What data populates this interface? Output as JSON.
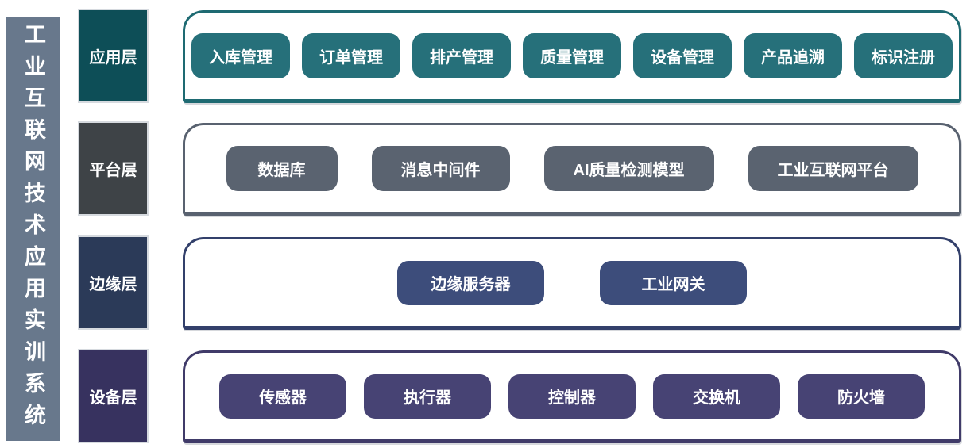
{
  "title": "工业互联网技术应用实训系统",
  "colors": {
    "background": "#FFFFFF",
    "sidebar_bg": "#68788C",
    "text": "#FFFFFF",
    "application": {
      "label_bg": "#0D4E57",
      "button_bg": "#26707A",
      "border": "#1E6A72"
    },
    "platform": {
      "label_bg": "#3E4347",
      "button_bg": "#5A6370",
      "border": "#596270"
    },
    "edge": {
      "label_bg": "#2B3A58",
      "button_bg": "#3D4D7B",
      "border": "#33406B"
    },
    "device": {
      "label_bg": "#37325F",
      "button_bg": "#474374",
      "border": "#403B69"
    }
  },
  "layers": [
    {
      "id": "application",
      "label": "应用层",
      "items": [
        "入库管理",
        "订单管理",
        "排产管理",
        "质量管理",
        "设备管理",
        "产品追溯",
        "标识注册"
      ]
    },
    {
      "id": "platform",
      "label": "平台层",
      "items": [
        "数据库",
        "消息中间件",
        "AI质量检测模型",
        "工业互联网平台"
      ]
    },
    {
      "id": "edge",
      "label": "边缘层",
      "items": [
        "边缘服务器",
        "工业网关"
      ]
    },
    {
      "id": "device",
      "label": "设备层",
      "items": [
        "传感器",
        "执行器",
        "控制器",
        "交换机",
        "防火墙"
      ]
    }
  ]
}
